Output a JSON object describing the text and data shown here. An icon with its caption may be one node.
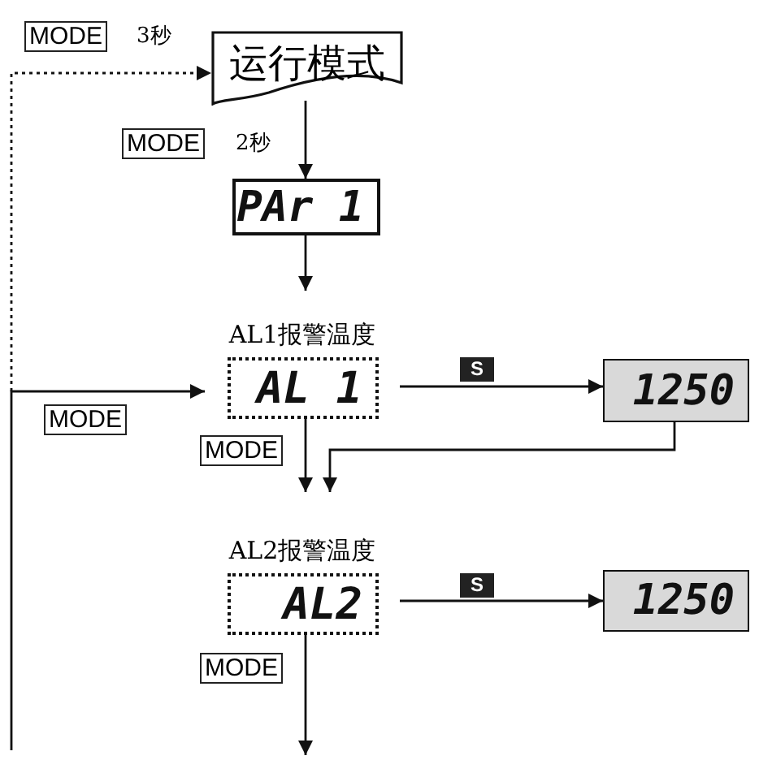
{
  "diagram": {
    "nodes": [
      {
        "text": [
          "运行模式"
        ]
      },
      {
        "text": [
          "PAr 1"
        ]
      },
      {
        "text": [
          "AL1报警温度",
          "AL 1"
        ]
      },
      {
        "text": [
          "1250"
        ]
      },
      {
        "text": [
          "AL2报警温度",
          "AL2"
        ]
      },
      {
        "text": [
          "1250"
        ]
      }
    ],
    "edges": [
      {
        "from": 0,
        "to": 1,
        "arrow": "to"
      },
      {
        "from": 1,
        "to": 2,
        "arrow": "to"
      },
      {
        "from": 2,
        "to": 3,
        "arrow": "to"
      },
      {
        "from": 2,
        "to": 4,
        "arrow": "to"
      },
      {
        "from": 3,
        "to": 4,
        "arrow": "to"
      },
      {
        "from": 4,
        "to": 5,
        "arrow": "to"
      },
      {
        "from": 4,
        "to": null,
        "arrow": "to"
      },
      {
        "from": null,
        "to": 2,
        "arrow": "to"
      },
      {
        "from": null,
        "to": 0,
        "arrow": "to",
        "style": "dashed"
      }
    ],
    "labels": [
      "MODE",
      "3秒",
      "MODE",
      "2秒",
      "S",
      "MODE",
      "MODE",
      "S",
      "MODE"
    ]
  }
}
